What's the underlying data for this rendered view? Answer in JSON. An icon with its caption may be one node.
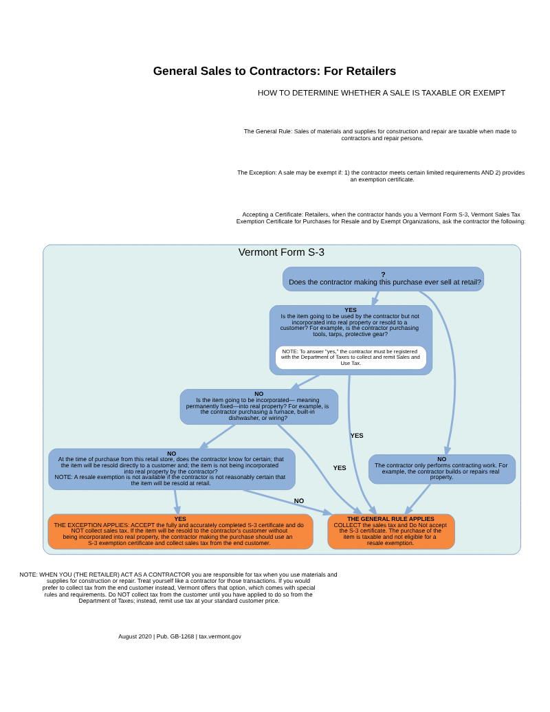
{
  "diagram": {
    "title": "General Sales to Contractors: For Retailers",
    "nodes": [
      {
        "text": [
          "Vermont Form S-3"
        ]
      },
      {
        "text": [
          "?",
          "Does the contractor making this purchase ever sell at retail?"
        ],
        "in": 0
      },
      {
        "text": [
          "YES",
          "Is the item going to be used by the contractor but not incorporated into real property or resold to a customer? For example, is the contractor purchasing tools, tarps, protective gear?"
        ],
        "in": 0
      },
      {
        "text": [
          "NOTE: To answer \"yes,\" the contractor must be registered with the Department of Taxes to collect and remit Sales and Use Tax."
        ],
        "in": 2
      },
      {
        "text": [
          "NO",
          "The contractor only performs contracting work. For example, the contractor builds or repairs real property."
        ],
        "in": 0
      },
      {
        "text": [
          "THE GENERAL RULE APPLIES",
          "COLLECT the sales tax and Do Not accept the S-3 certificate. The purchase of the item is taxable and not eligible for a resale exemption."
        ],
        "in": 0
      },
      {
        "text": [
          "NO",
          "Is the item going to be incorporated— meaning permanently fixed—into real property? For example, is the contractor purchasing a furnace, built-in dishwasher, or wiring?"
        ],
        "in": 0
      },
      {
        "text": [
          "NO",
          "At the time of purchase from this retail store, does the contractor know for certain; that the item will be resold directly to a customer and; the item is not being incorporated into real property by the contractor?",
          "NOTE: A resale exemption is not available if the contractor is not reasonably certain that the item will be resold at retail."
        ],
        "in": 0
      },
      {
        "text": [
          "YES",
          "THE EXCEPTION APPLIES: ACCEPT the fully and accurately completed S-3 certificate and do NOT collect sales tax. If the item will be resold to the contractor's customer without being incorporated into real property, the contractor making the purchase should use an S-3 exemption certificate and collect sales tax from the end customer."
        ],
        "in": 0
      }
    ],
    "edges": [
      {
        "from": 1,
        "to": 2,
        "arrow": "to"
      },
      {
        "from": 1,
        "to": 4,
        "arrow": "to"
      },
      {
        "from": 4,
        "to": 5,
        "arrow": "to"
      },
      {
        "from": 2,
        "to": 5,
        "arrow": "to",
        "label": "YES"
      },
      {
        "from": 2,
        "to": 6,
        "arrow": "to"
      },
      {
        "from": 6,
        "to": 5,
        "arrow": "to",
        "label": "YES"
      },
      {
        "from": 6,
        "to": 7,
        "arrow": "to"
      },
      {
        "from": 7,
        "to": 5,
        "arrow": "to",
        "label": "NO"
      },
      {
        "from": 7,
        "to": 8,
        "arrow": "to"
      }
    ],
    "labels": [
      "HOW TO DETERMINE WHETHER A SALE IS TAXABLE OR EXEMPT",
      "The General Rule: Sales of materials and supplies for construction and repair are taxable when made to contractors and repair persons.",
      "The Exception: A sale may be exempt if: 1) the contractor meets certain limited requirements AND 2) provides an exemption certificate.",
      "Accepting a Certificate: Retailers, when the contractor hands you a Vermont Form S-3, Vermont Sales Tax Exemption Certificate for Purchases for Resale and by Exempt Organizations, ask the contractor the following:",
      "NOTE: WHEN YOU (THE RETAILER) ACT AS A CONTRACTOR you are responsible for tax when you use materials and supplies for construction or repair. Treat yourself like a contractor for those transactions. If you would prefer to collect tax from the end customer instead, Vermont offers that option, which comes with special rules and requirements. Do NOT collect tax from the customer until you have applied to do so from the Department of Taxes; instead, remit use tax at your standard customer price.",
      "August 2020 | Pub. GB-1268 | tax.vermont.gov"
    ]
  }
}
